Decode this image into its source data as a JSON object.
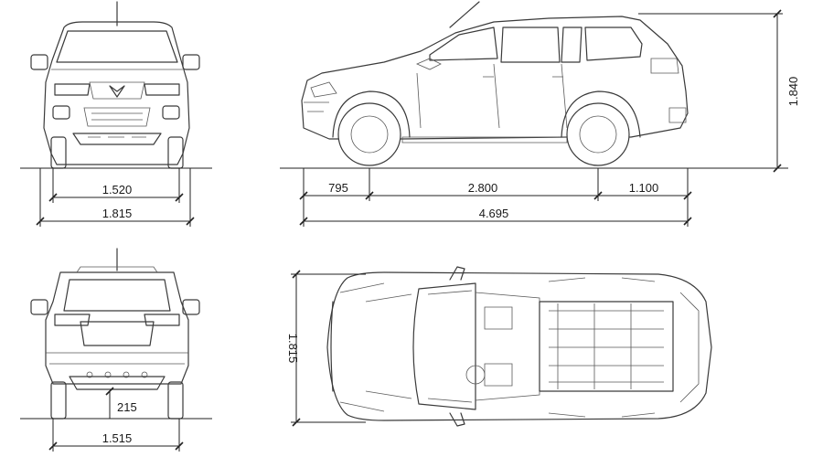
{
  "dimensions": {
    "front_track": "1.520",
    "overall_width_front": "1.815",
    "overall_height": "1.840",
    "front_overhang": "795",
    "wheelbase": "2.800",
    "rear_overhang": "1.100",
    "overall_length": "4.695",
    "rear_track": "1.515",
    "ground_clearance": "215",
    "overall_width_top": "1.815"
  },
  "colors": {
    "line": "#3a3a3a",
    "background": "#ffffff"
  }
}
